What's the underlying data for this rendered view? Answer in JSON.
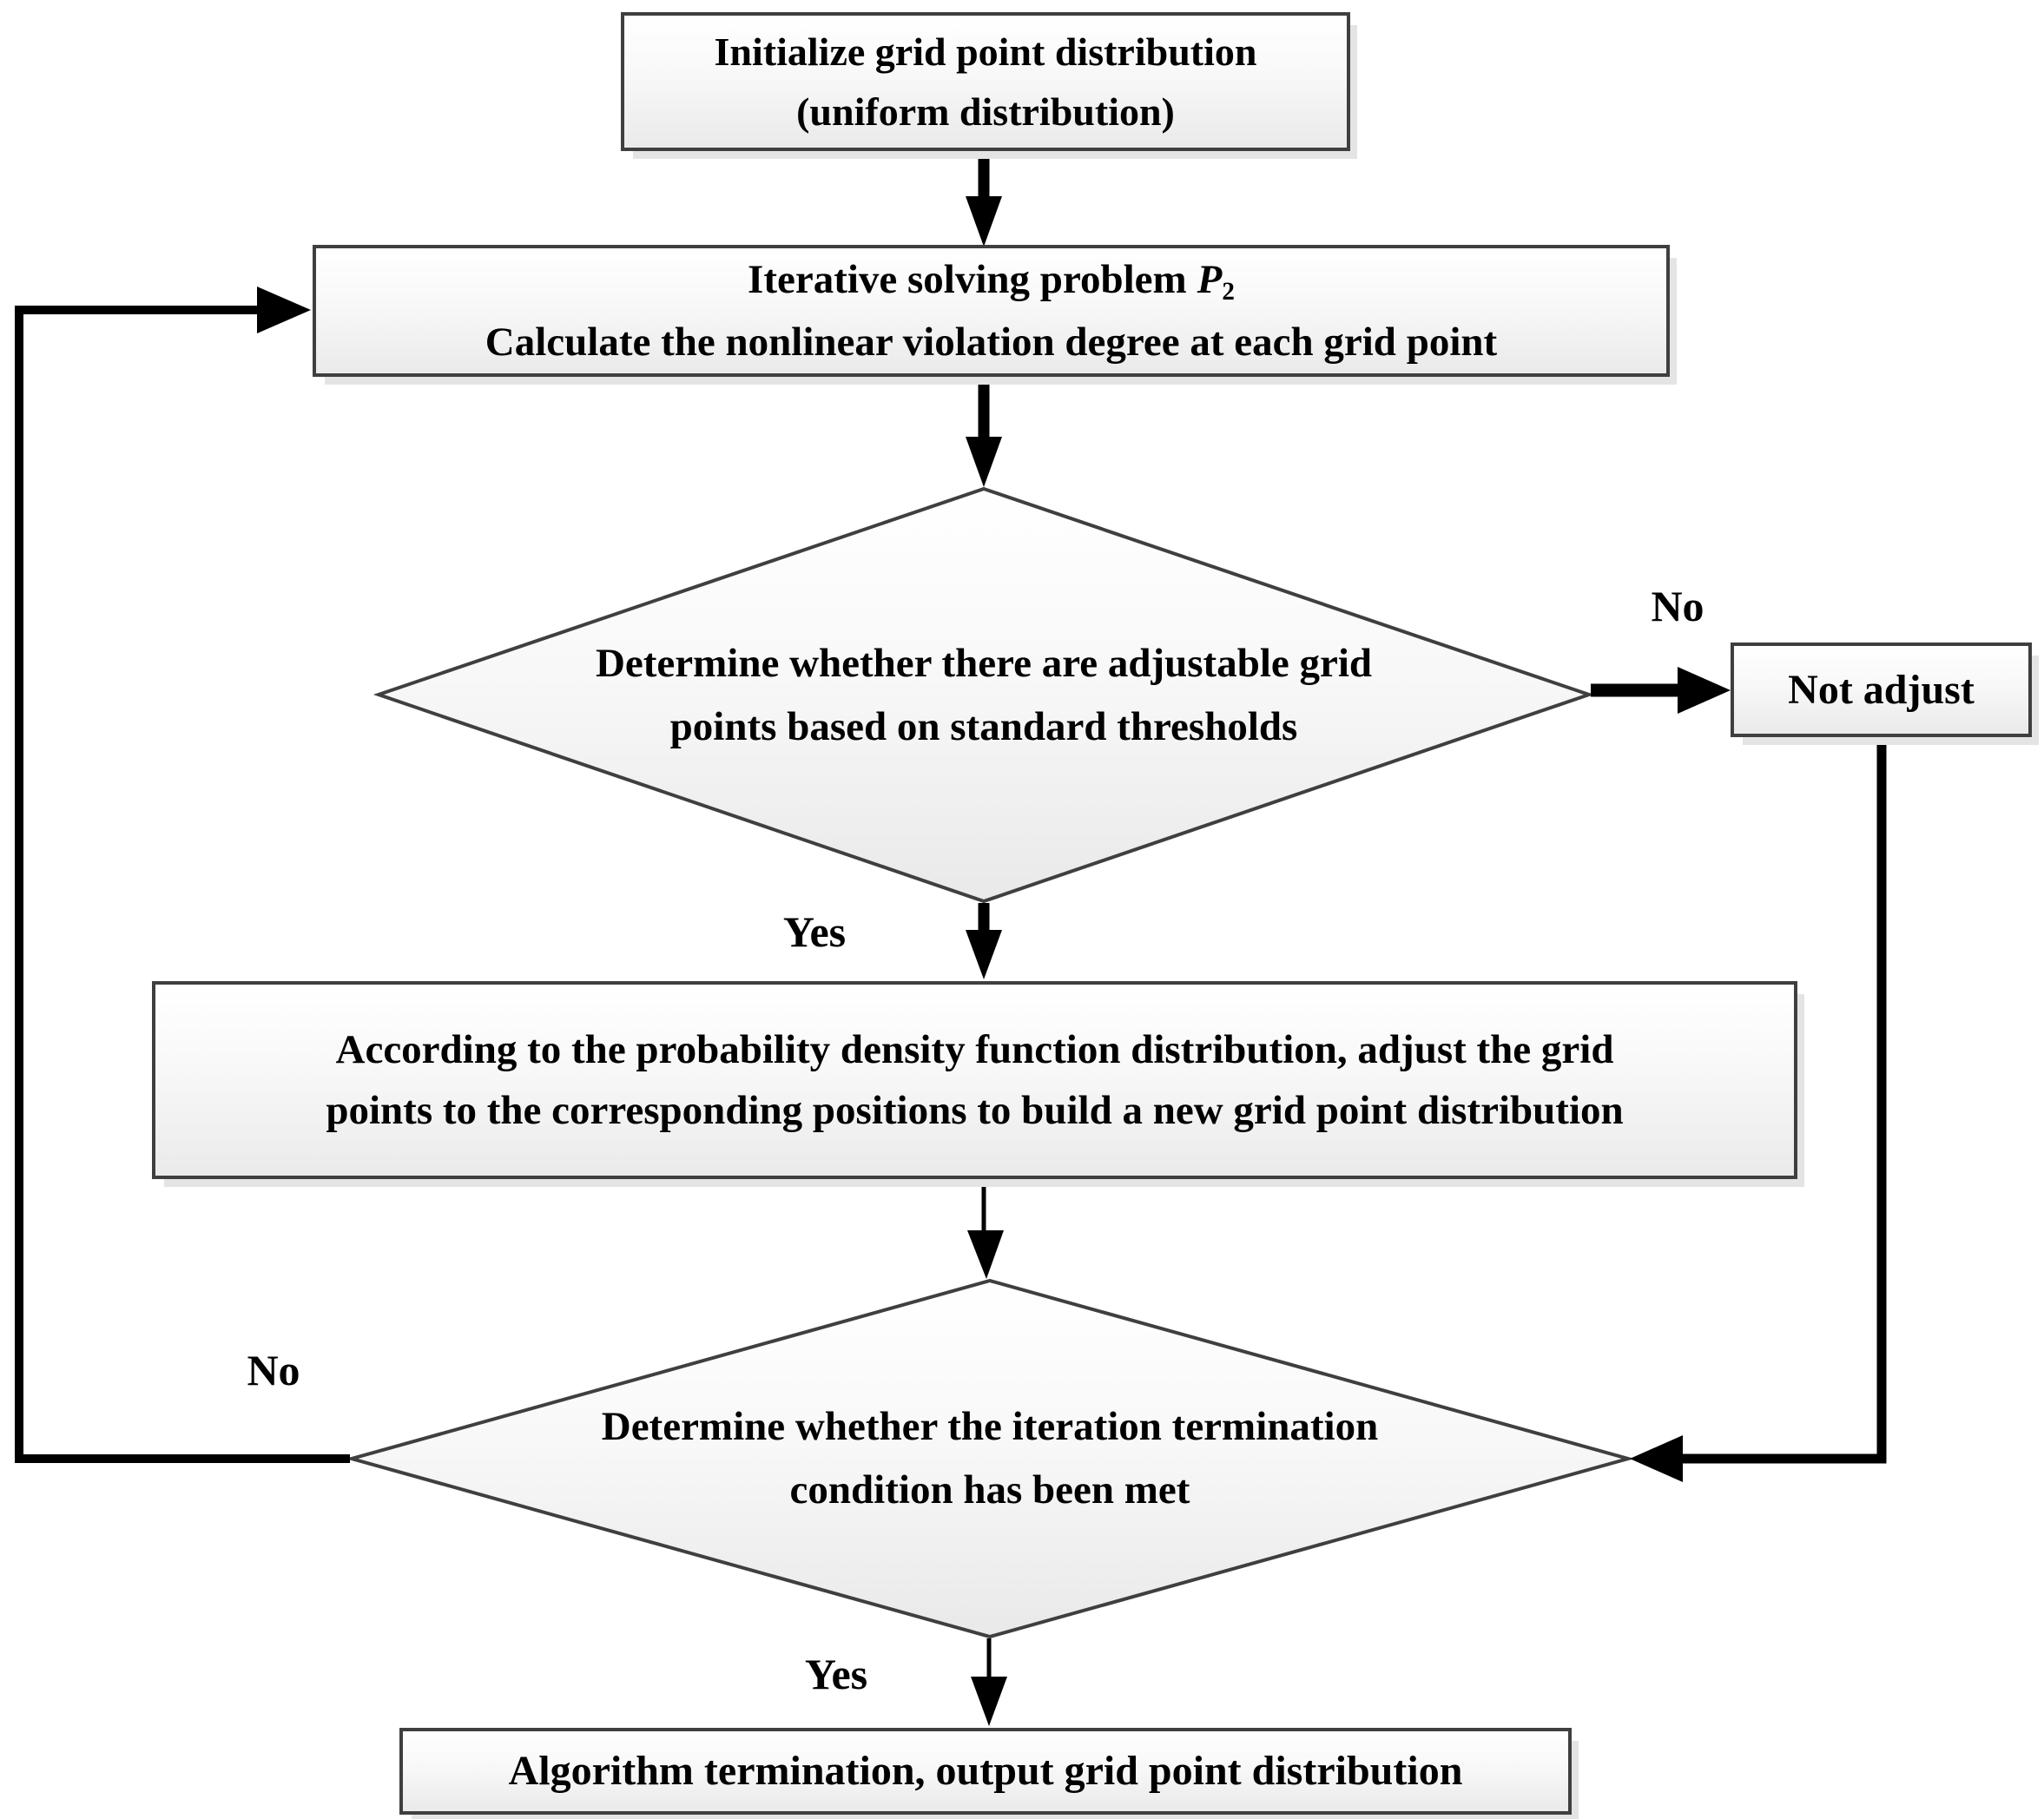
{
  "nodes": {
    "init": {
      "lines": [
        "Initialize grid point distribution",
        "(uniform distribution)"
      ]
    },
    "solve": {
      "line1_prefix": "Iterative solving problem",
      "var": "P",
      "var_sub": "2",
      "line2": "Calculate the  nonlinear violation degree at each grid point"
    },
    "decision_adjustable": {
      "lines": [
        "Determine whether there are adjustable grid",
        "points based on standard thresholds"
      ]
    },
    "not_adjust": {
      "label": "Not adjust"
    },
    "adjust": {
      "lines": [
        "According to the probability density function distribution, adjust the grid",
        "points to the corresponding positions to build a new grid point distribution"
      ]
    },
    "decision_termination": {
      "lines": [
        "Determine whether the iteration termination",
        "condition has been met"
      ]
    },
    "terminate": {
      "label": "Algorithm termination, output grid point distribution"
    }
  },
  "labels": {
    "decision1_no": "No",
    "decision1_yes": "Yes",
    "decision2_no": "No",
    "decision2_yes": "Yes"
  },
  "colors": {
    "shape_border": "#3f3f3f",
    "arrow": "#000000",
    "fill_top": "#ffffff",
    "fill_bottom": "#eaeaea",
    "text": "#000000",
    "shadow": "#e4e4e4"
  }
}
